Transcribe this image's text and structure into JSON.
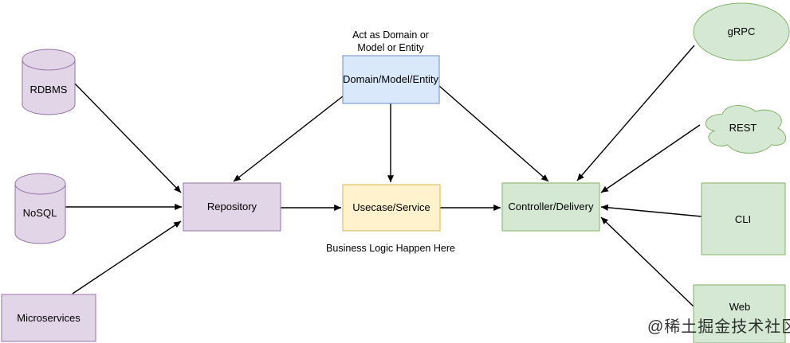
{
  "diagram": {
    "palette": {
      "purple_fill": "#E1D5E7",
      "purple_stroke": "#9673A6",
      "blue_fill": "#DAE8FC",
      "blue_stroke": "#6C8EBF",
      "yellow_fill": "#FFF2CC",
      "yellow_stroke": "#D6B656",
      "green_fill": "#D5E8D4",
      "green_stroke": "#82B366",
      "arrow_color": "#000000",
      "watermark_color": "#9e9e9e"
    },
    "nodes": {
      "rdbms": {
        "label": "RDBMS",
        "shape": "cylinder"
      },
      "nosql": {
        "label": "NoSQL",
        "shape": "cylinder"
      },
      "microservices": {
        "label": "Microservices",
        "shape": "rectangle"
      },
      "repository": {
        "label": "Repository",
        "shape": "rectangle"
      },
      "domain": {
        "label": "Domain/Model/Entity",
        "shape": "rectangle"
      },
      "usecase": {
        "label": "Usecase/Service",
        "shape": "rectangle"
      },
      "controller": {
        "label": "Controller/Delivery",
        "shape": "rectangle"
      },
      "grpc": {
        "label": "gRPC",
        "shape": "ellipse"
      },
      "rest": {
        "label": "REST",
        "shape": "cloud"
      },
      "cli": {
        "label": "CLI",
        "shape": "rectangle"
      },
      "web": {
        "label": "Web",
        "shape": "rectangle"
      }
    },
    "annotations": {
      "domain_caption_line1": "Act as Domain or",
      "domain_caption_line2": "Model or Entity",
      "usecase_caption": "Business Logic Happen Here",
      "watermark": "@稀土掘金技术社区"
    },
    "edges": [
      {
        "from": "RDBMS",
        "to": "Repository"
      },
      {
        "from": "NoSQL",
        "to": "Repository"
      },
      {
        "from": "Microservices",
        "to": "Repository"
      },
      {
        "from": "Domain/Model/Entity",
        "to": "Repository"
      },
      {
        "from": "Domain/Model/Entity",
        "to": "Usecase/Service"
      },
      {
        "from": "Domain/Model/Entity",
        "to": "Controller/Delivery"
      },
      {
        "from": "Repository",
        "to": "Usecase/Service"
      },
      {
        "from": "Usecase/Service",
        "to": "Controller/Delivery"
      },
      {
        "from": "gRPC",
        "to": "Controller/Delivery"
      },
      {
        "from": "REST",
        "to": "Controller/Delivery"
      },
      {
        "from": "CLI",
        "to": "Controller/Delivery"
      },
      {
        "from": "Web",
        "to": "Controller/Delivery"
      }
    ]
  }
}
